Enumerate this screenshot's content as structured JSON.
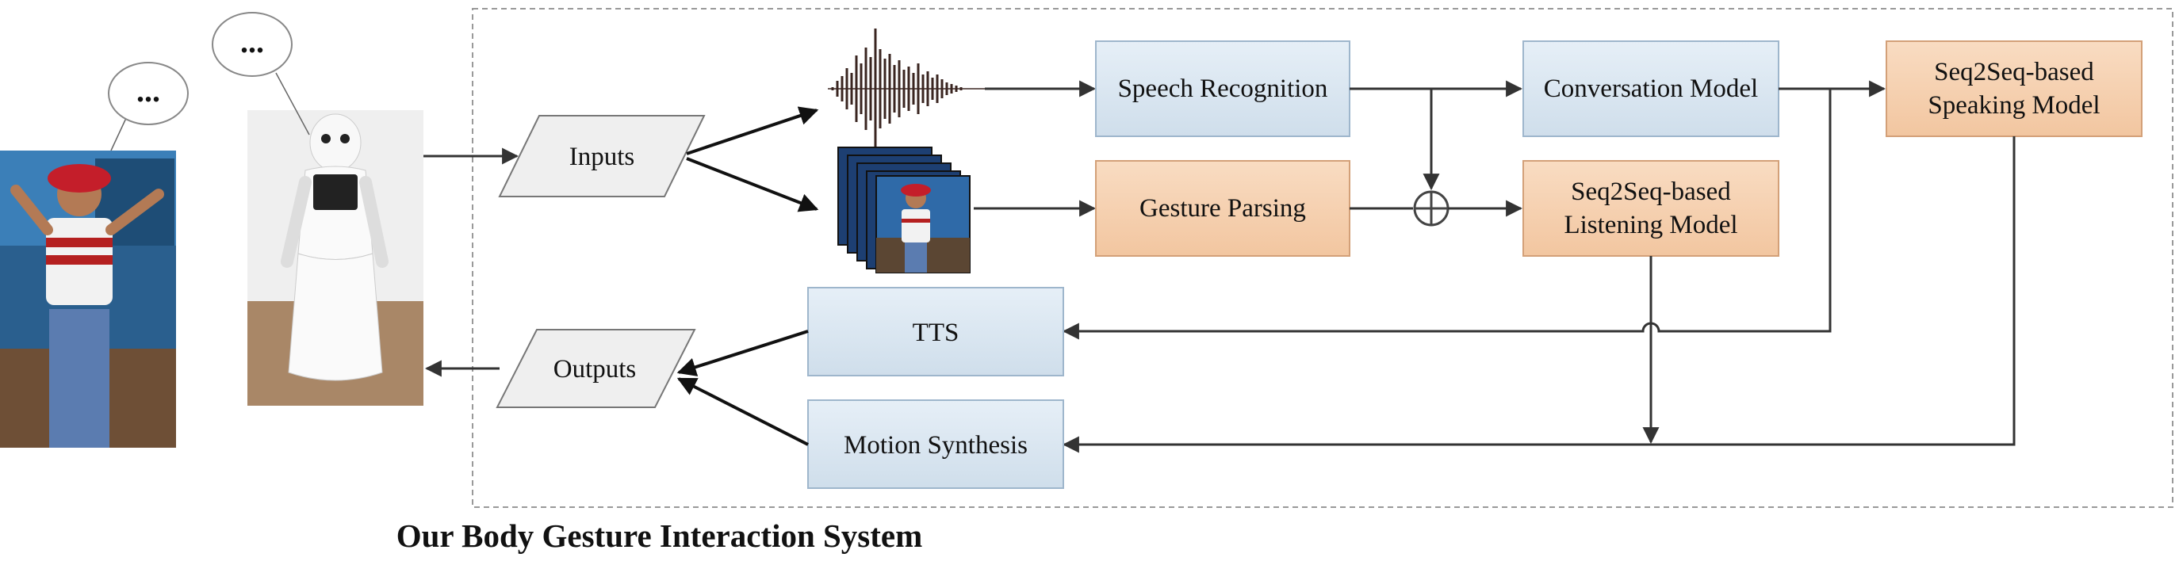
{
  "caption": "Our Body Gesture Interaction System",
  "speech_bubbles": {
    "human": "...",
    "robot": "..."
  },
  "io": {
    "inputs": "Inputs",
    "outputs": "Outputs"
  },
  "modules": {
    "speech_recognition": "Speech Recognition",
    "gesture_parsing": "Gesture Parsing",
    "conversation_model": "Conversation Model",
    "listening_model": [
      "Seq2Seq-based",
      "Listening Model"
    ],
    "speaking_model": [
      "Seq2Seq-based",
      "Speaking Model"
    ],
    "tts": "TTS",
    "motion_synthesis": "Motion Synthesis"
  },
  "colors": {
    "blue_fill": "#dce8f2",
    "blue_stroke": "#9eb6cc",
    "orange_fill": "#f6d2b3",
    "orange_stroke": "#d3a078",
    "parallelogram_fill": "#efefef",
    "arrow": "#333333"
  }
}
